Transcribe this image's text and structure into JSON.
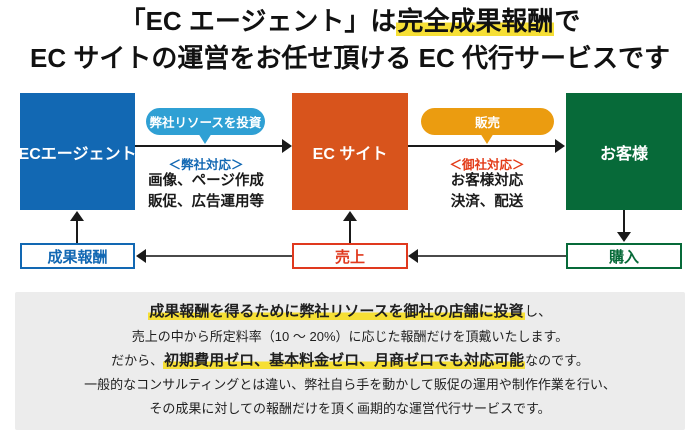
{
  "title": {
    "line1_pre": "「EC エージェント」は",
    "line1_highlight": "完全成果報酬",
    "line1_post": "で",
    "line2": "EC サイトの運営をお任せ頂ける EC 代行サービスです"
  },
  "diagram": {
    "nodes": {
      "agent": {
        "label": "ECエージェント"
      },
      "site": {
        "label": "EC サイト"
      },
      "customer": {
        "label": "お客様"
      }
    },
    "flows": {
      "invest_bubble": "弊社リソースを投資",
      "sell_bubble": "販売",
      "our_side_label": "＜弊社対応＞",
      "our_side_lines": [
        "画像、ページ作成",
        "販促、広告運用等"
      ],
      "client_side_label": "＜御社対応＞",
      "client_side_lines": [
        "お客様対応",
        "決済、配送"
      ]
    },
    "bottom": {
      "reward": "成果報酬",
      "sales": "売上",
      "purchase": "購入"
    }
  },
  "description": {
    "line1_highlight": "成果報酬を得るために弊社リソースを御社の店舗に投資",
    "line1_post": "し、",
    "line2": "売上の中から所定料率（10 ～ 20%）に応じた報酬だけを頂戴いたします。",
    "line3_pre": "だから、",
    "line3_highlight": "初期費用ゼロ、基本料金ゼロ、月商ゼロでも対応可能",
    "line3_post": "なのです。",
    "line4": "一般的なコンサルティングとは違い、弊社自ら手を動かして販促の運用や制作作業を行い、",
    "line5": "その成果に対しての報酬だけを頂く画期的な運営代行サービスです。"
  },
  "colors": {
    "agent_blue": "#1268b3",
    "site_orange": "#d8541c",
    "customer_green": "#076a39",
    "invest_cyan": "#2fa0d4",
    "sell_amber": "#eb9c10",
    "alert_red": "#e0391e",
    "highlight_yellow": "#f6df35",
    "panel_gray": "#ececec"
  }
}
